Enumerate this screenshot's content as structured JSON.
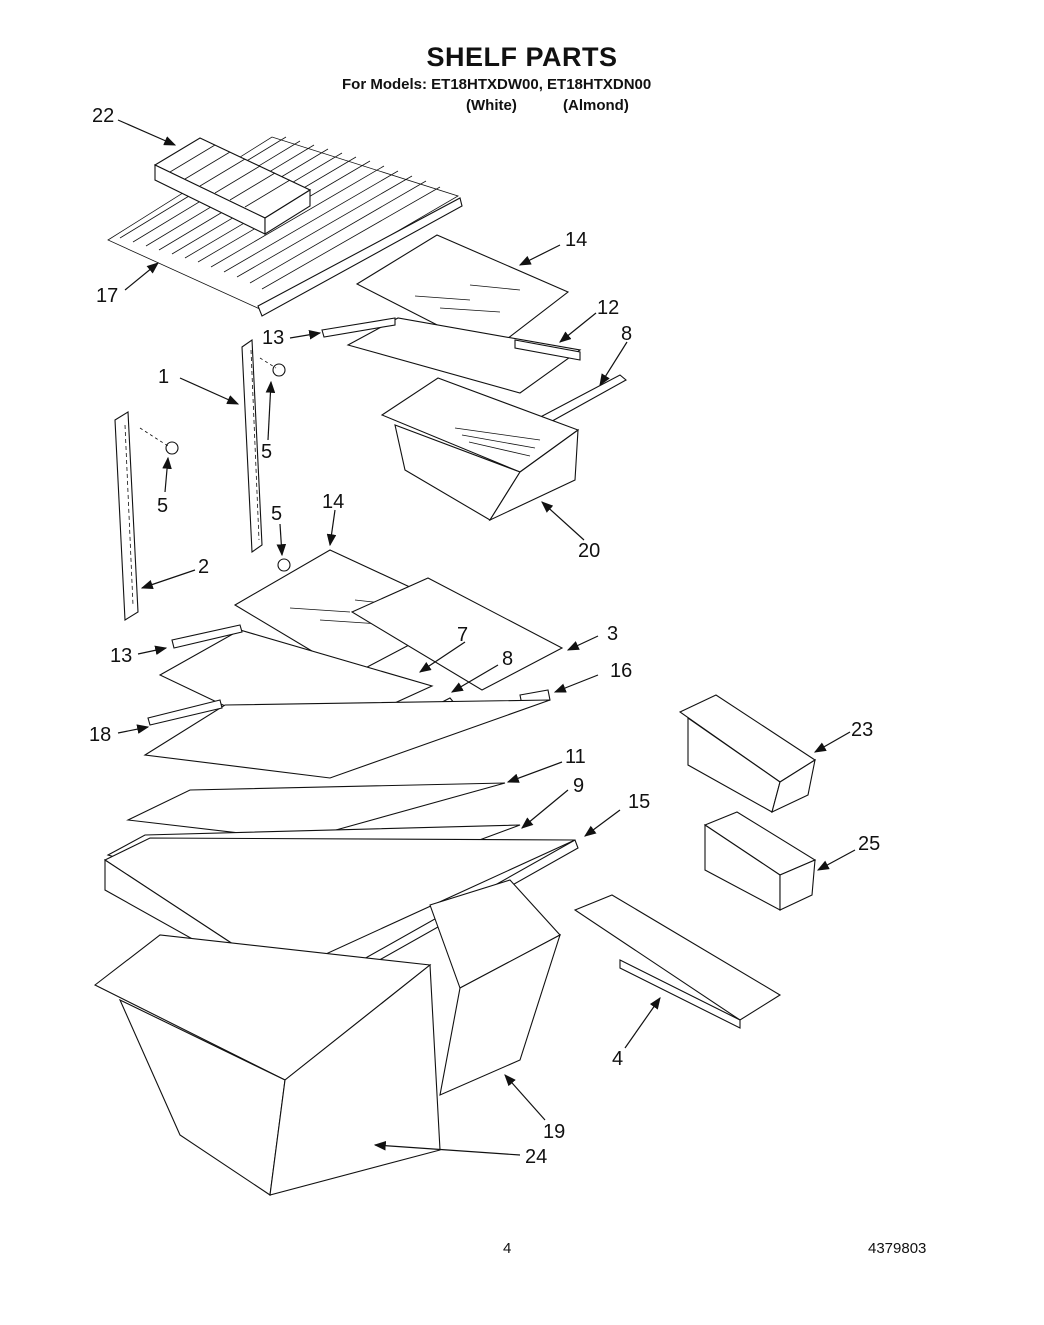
{
  "header": {
    "title": "SHELF PARTS",
    "models_line": "For Models: ET18HTXDW00, ET18HTXDN00",
    "color_white": "(White)",
    "color_almond": "(Almond)"
  },
  "footer": {
    "page_number": "4",
    "doc_number": "4379803"
  },
  "callouts": [
    {
      "id": "c22",
      "text": "22"
    },
    {
      "id": "c17",
      "text": "17"
    },
    {
      "id": "c14a",
      "text": "14"
    },
    {
      "id": "c13a",
      "text": "13"
    },
    {
      "id": "c12",
      "text": "12"
    },
    {
      "id": "c8a",
      "text": "8"
    },
    {
      "id": "c1",
      "text": "1"
    },
    {
      "id": "c5a",
      "text": "5"
    },
    {
      "id": "c5b",
      "text": "5"
    },
    {
      "id": "c5c",
      "text": "5"
    },
    {
      "id": "c20",
      "text": "20"
    },
    {
      "id": "c14b",
      "text": "14"
    },
    {
      "id": "c2",
      "text": "2"
    },
    {
      "id": "c13b",
      "text": "13"
    },
    {
      "id": "c7",
      "text": "7"
    },
    {
      "id": "c8b",
      "text": "8"
    },
    {
      "id": "c3",
      "text": "3"
    },
    {
      "id": "c16",
      "text": "16"
    },
    {
      "id": "c18",
      "text": "18"
    },
    {
      "id": "c23",
      "text": "23"
    },
    {
      "id": "c11",
      "text": "11"
    },
    {
      "id": "c9",
      "text": "9"
    },
    {
      "id": "c15",
      "text": "15"
    },
    {
      "id": "c25",
      "text": "25"
    },
    {
      "id": "c4",
      "text": "4"
    },
    {
      "id": "c19",
      "text": "19"
    },
    {
      "id": "c24",
      "text": "24"
    }
  ]
}
